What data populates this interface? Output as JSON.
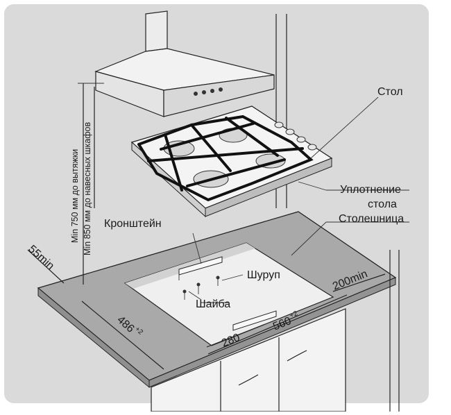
{
  "labels": {
    "stol": "Стол",
    "uplotnenie_1": "Уплотнение",
    "uplotnenie_2": "стола",
    "stoleshnica": "Столешница",
    "kronshtein": "Кронштейн",
    "shurup": "Шуруп",
    "shaiba": "Шайба"
  },
  "dimensions": {
    "margin_left": "55min",
    "margin_right": "200min",
    "depth": "486",
    "depth_tol": "+2",
    "width": "560",
    "width_tol": "+2",
    "bracket_offset": "280"
  },
  "vertical_notes": {
    "hood": "Min 750 мм до вытяжки",
    "cabinets": "Min 850 мм до навесных шкафов"
  },
  "colors": {
    "background": "#d9d9d9",
    "worktop_top": "#a9a9a9",
    "worktop_edge": "#8f8f8f",
    "cutout": "#efefef",
    "line": "#222222"
  }
}
